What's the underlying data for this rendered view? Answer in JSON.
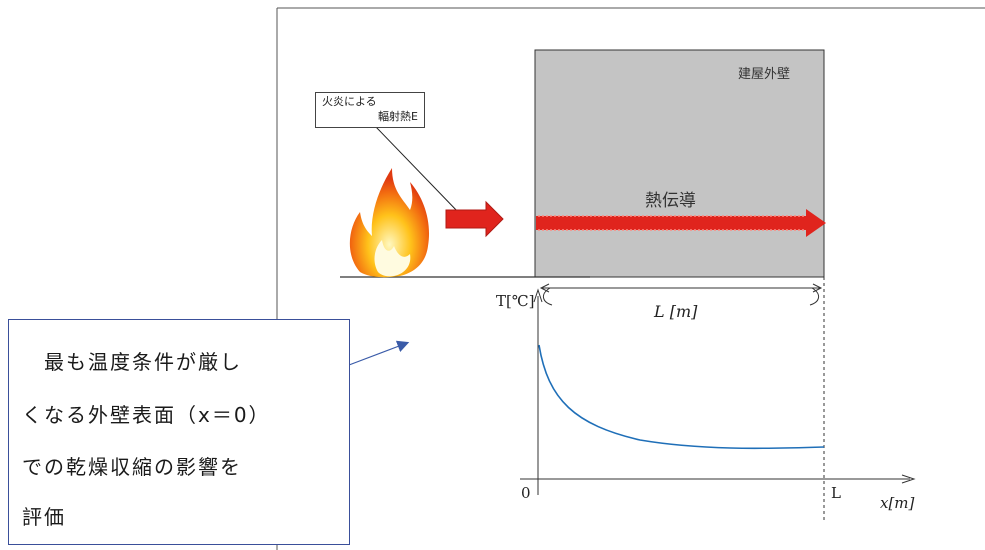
{
  "callout": {
    "line1": "火炎による",
    "line2": "輻射熱E"
  },
  "wall_label": "建屋外壁",
  "conduction_label": "熱伝導",
  "graph": {
    "y_axis_label": "T[℃]",
    "x_axis_label": "x[m]",
    "origin_label": "0",
    "end_label": "L",
    "span_label": "L [m]"
  },
  "note": {
    "lines": [
      "　最も温度条件が厳し",
      "くなる外壁表面（x＝0）",
      "での乾燥収縮の影響を",
      "評価"
    ]
  },
  "colors": {
    "wall_fill": "#c4c4c4",
    "arrow_red": "#e0241d",
    "curve_blue": "#1f6fb8",
    "note_border": "#3a4f9a"
  },
  "icons": [
    "flame-icon",
    "radiation-arrow-icon",
    "conduction-arrow-icon"
  ]
}
